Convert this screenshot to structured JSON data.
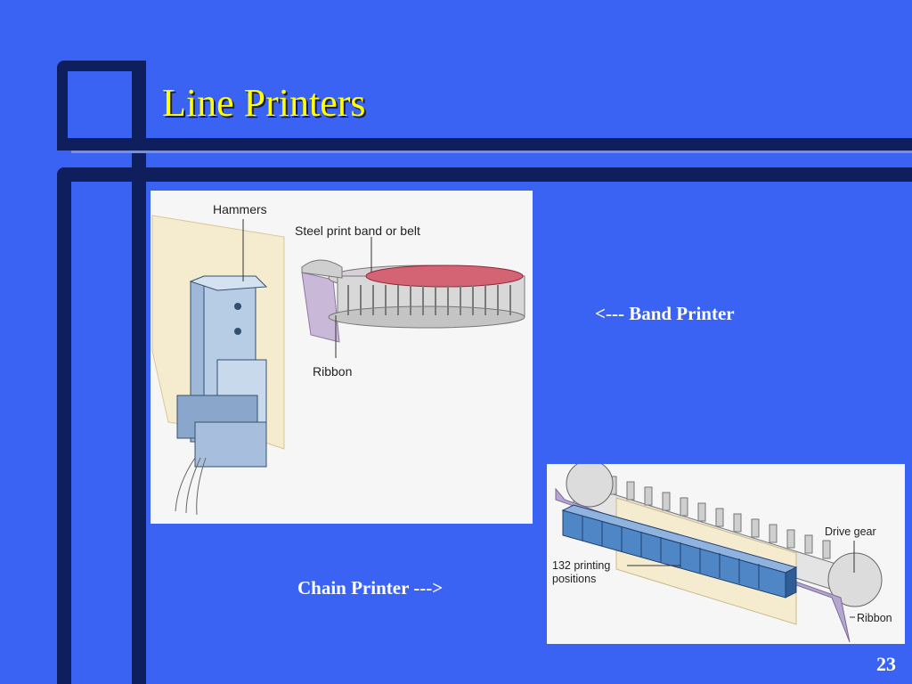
{
  "slide": {
    "title": "Line Printers",
    "page_number": "23"
  },
  "band_printer": {
    "caption": "<--- Band Printer",
    "labels": {
      "hammers": "Hammers",
      "steel_band": "Steel print band or belt",
      "ribbon": "Ribbon"
    }
  },
  "chain_printer": {
    "caption": "Chain Printer --->",
    "labels": {
      "drive_gear": "Drive gear",
      "positions_line1": "132 printing",
      "positions_line2": "positions",
      "ribbon": "Ribbon"
    }
  },
  "colors": {
    "background": "#3a62f3",
    "frame": "#0f1f5e",
    "title": "#ffff00",
    "caption": "#ffffff"
  }
}
